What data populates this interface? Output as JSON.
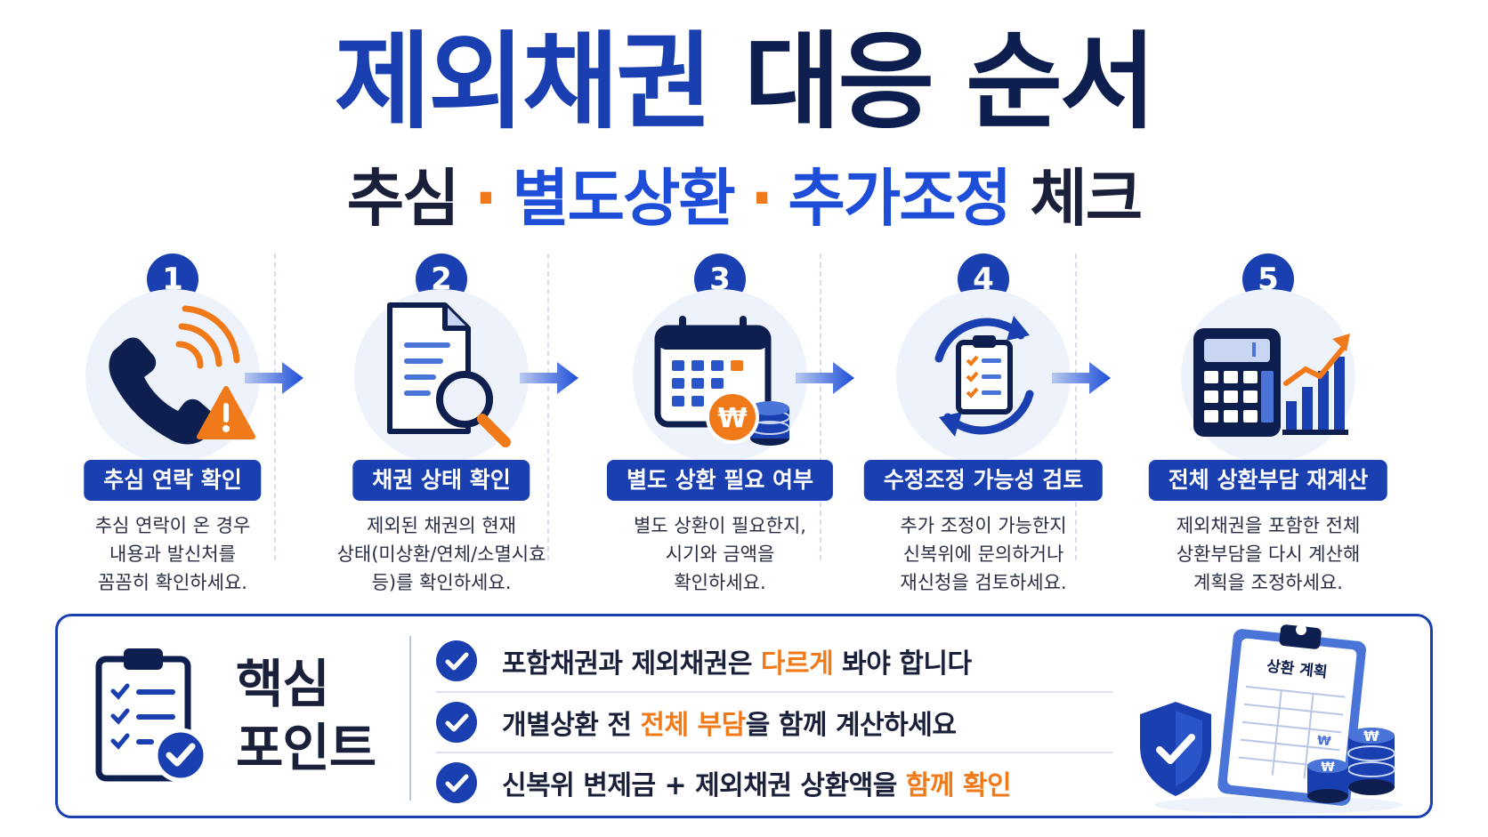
{
  "title": {
    "part1": "제외채권",
    "part2": "대응 순서"
  },
  "subtitle": {
    "w1": "추심",
    "sep1": "·",
    "w2": "별도상환",
    "sep2": "·",
    "w3": "추가조정",
    "w4": "체크"
  },
  "steps": [
    {
      "number": "1",
      "label": "추심 연락 확인",
      "desc": [
        "추심 연락이 온 경우",
        "내용과 발신처를",
        "꼼꼼히 확인하세요."
      ],
      "icon": "phone-warning-icon"
    },
    {
      "number": "2",
      "label": "채권 상태 확인",
      "desc": [
        "제외된 채권의 현재",
        "상태(미상환/연체/소멸시효",
        "등)를 확인하세요."
      ],
      "icon": "document-search-icon"
    },
    {
      "number": "3",
      "label": "별도 상환 필요 여부",
      "desc": [
        "별도 상환이 필요한지,",
        "시기와 금액을",
        "확인하세요."
      ],
      "icon": "calendar-coin-icon",
      "coin_symbol": "₩"
    },
    {
      "number": "4",
      "label": "수정조정 가능성 검토",
      "desc": [
        "추가 조정이 가능한지",
        "신복위에 문의하거나",
        "재신청을 검토하세요."
      ],
      "icon": "cycle-clipboard-icon"
    },
    {
      "number": "5",
      "label": "전체 상환부담 재계산",
      "desc": [
        "제외채권을 포함한 전체",
        "상환부담을 다시 계산해",
        "계획을 조정하세요."
      ],
      "icon": "calculator-chart-icon"
    }
  ],
  "key_points": {
    "heading": [
      "핵심",
      "포인트"
    ],
    "items": [
      {
        "before": "포함채권과 제외채권은 ",
        "highlight": "다르게",
        "after": " 봐야 합니다"
      },
      {
        "before": "개별상환 전 ",
        "highlight": "전체 부담",
        "after": "을 함께 계산하세요"
      },
      {
        "before": "신복위 변제금 + 제외채권 상환액을 ",
        "highlight": "함께 확인",
        "after": ""
      }
    ],
    "plan_card_title": "상환 계획",
    "coin_symbol": "₩"
  },
  "colors": {
    "primary": "#1a3fb0",
    "navy": "#0e1f4f",
    "accent": "#f07a1a",
    "halo": "#eef2fb"
  }
}
